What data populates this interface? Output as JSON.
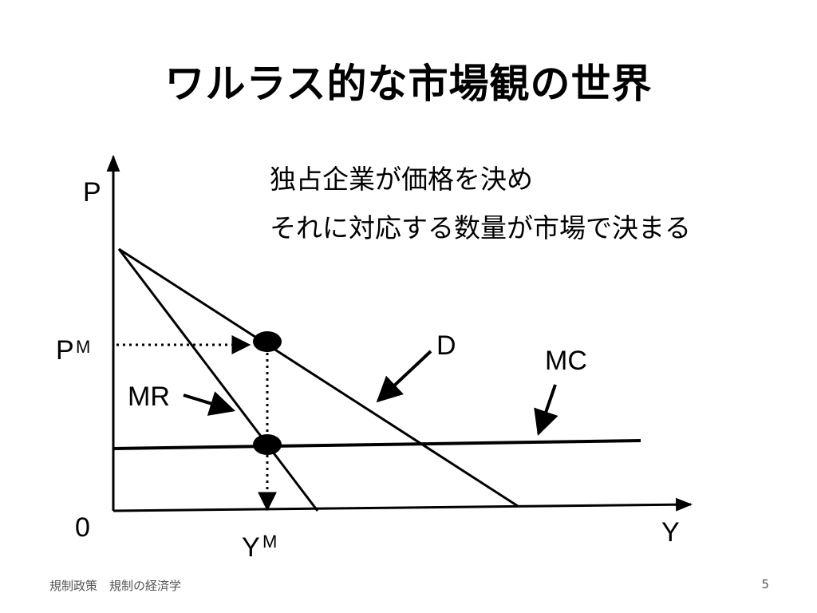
{
  "slide": {
    "title": "ワルラス的な市場観の世界",
    "caption": [
      "独占企業が価格を決め",
      "それに対応する数量が市場で決まる"
    ],
    "footer_left": "規制政策　規制の経済学",
    "page_number": "5"
  },
  "diagram": {
    "axis_labels": {
      "y": "P",
      "x": "Y",
      "origin": "0"
    },
    "markers": {
      "price": {
        "base": "P",
        "sup": "M"
      },
      "quantity": {
        "base": "Y",
        "sup": "M"
      }
    },
    "curve_labels": {
      "demand": "D",
      "marginal_revenue": "MR",
      "marginal_cost": "MC"
    },
    "colors": {
      "line": "#000000",
      "footer": "#555555"
    }
  }
}
